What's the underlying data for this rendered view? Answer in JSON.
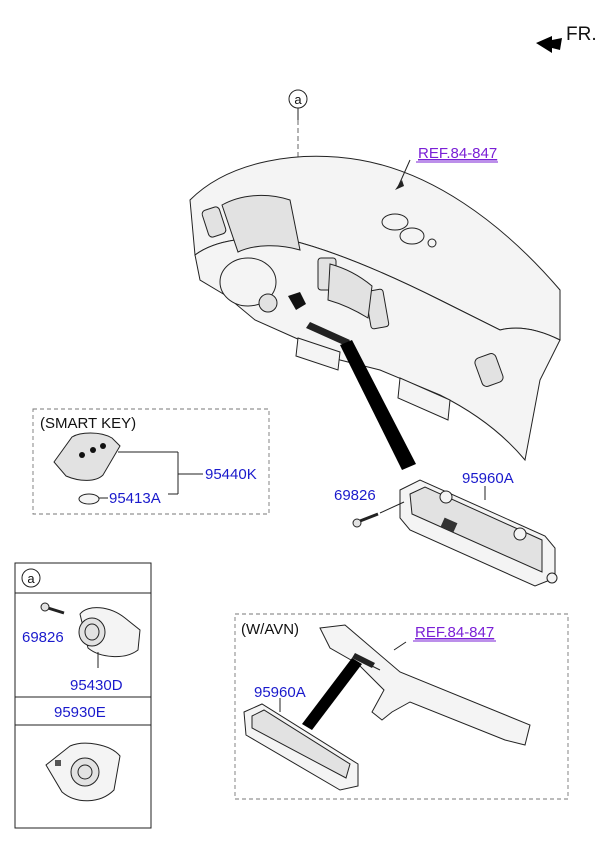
{
  "direction": {
    "label": "FR."
  },
  "callout": {
    "letter": "a"
  },
  "refs": {
    "ref_top": "REF.84-847",
    "ref_avn": "REF.84-847"
  },
  "smart_key": {
    "title": "(SMART KEY)",
    "assembly_no": "95440K",
    "battery_no": "95413A"
  },
  "main_switch": {
    "part_no": "95960A",
    "screw_no": "69826"
  },
  "detail_a": {
    "letter": "a",
    "screw_no": "69826",
    "switch_no": "95430D",
    "alt_switch_no": "95930E"
  },
  "avn": {
    "title": "(W/AVN)",
    "ref": "REF.84-847",
    "part_no": "95960A"
  },
  "colors": {
    "part_number": "#1a1acc",
    "reference": "#7a1fd6",
    "line": "#222222"
  }
}
